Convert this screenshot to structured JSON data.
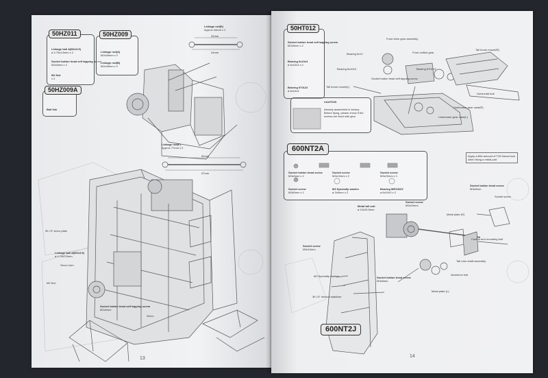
{
  "left_page": {
    "page_number": "13",
    "sections": {
      "hz011": "50HZ011",
      "hz009": "50HZ009",
      "hz009a": "50HZ009A"
    },
    "hz011_parts": [
      {
        "name": "Linkage ball A(M2x3.5)",
        "spec": "ø 4.75x3.5mm x 2"
      },
      {
        "name": "Socket button head self tapping screw",
        "spec": "M2x8mm x 2"
      },
      {
        "name": "M2 Nut",
        "spec": "x 2"
      }
    ],
    "hz009_parts": [
      {
        "name": "Linkage rod(A)",
        "spec": "M2x45mm x 2"
      },
      {
        "name": "Linkage rod(B)",
        "spec": "M2x45mm x 2"
      }
    ],
    "hz009a_parts": [
      {
        "name": "Ball link",
        "spec": ""
      }
    ],
    "rod_top": {
      "name": "Linkage rod(E)",
      "spec": "Approx 44mm x 2",
      "dim1": "32mm",
      "dim2": "44mm"
    },
    "rod_bottom": {
      "name": "Linkage rod(F)",
      "spec": "Approx 77mm x 2",
      "dim1": "52mm",
      "dim2": "67mm"
    },
    "callouts": {
      "servo_plate": "3K CF servo plate",
      "linkage_ball": "Linkage ball A(M2x3.5)",
      "linkage_ball_spec": "ø 4.75x3.5mm",
      "servo_horn": "Servo horn",
      "m2_nut": "M2 Nut",
      "socket_screw": "Socket button head self tapping screw",
      "socket_screw_spec": "M2x8mm",
      "servo": "Servo"
    }
  },
  "right_page": {
    "page_number": "14",
    "sections": {
      "ht012": "50HT012",
      "nt2a": "600NT2A",
      "nt2j": "600NT2J"
    },
    "ht012_parts": [
      {
        "name": "Socket button head self tapping screw",
        "spec": "M2x8mm x 2"
      },
      {
        "name": "Bearing 6x10x3",
        "spec": "ø 6x10x3 x 2"
      },
      {
        "name": "Bearing 970122",
        "spec": "ø 6x10x3"
      }
    ],
    "ht012_callouts": {
      "front_drive": "Front drive gear assembly",
      "front_unified": "Front unified gear",
      "bearing_a": "Bearing 6x12",
      "bearing_b": "Bearing 6701ZZ",
      "bearing_c": "Bearing 6x10x3",
      "tail_boom_mount_r": "Tail boom mount(R)",
      "tail_boom_mount_l": "Tail boom mount(L)",
      "horizontal_bolt": "Horizontal bolt",
      "undercase_r": "Undercase gear case(R)",
      "undercase_l": "Undercase gear case(L)",
      "self_tap": "Socket button head self tapping screw",
      "caution_title": "CAUTION",
      "caution_text": "Already assembled in factory. Before flying, please check if the screws are fixed with glue."
    },
    "nt2a_note": "Apply a little amount of T43 thread lock when fixing a metal part",
    "nt2a_parts": [
      {
        "name": "Socket button head screw",
        "spec": "M3x8mm x 2"
      },
      {
        "name": "Socket screw",
        "spec": "M3x10mm x 2"
      },
      {
        "name": "Socket screw",
        "spec": "M3x20mm x 1"
      },
      {
        "name": "Socket screw",
        "spec": "M3x5mm x 1"
      },
      {
        "name": "M3 Specialty washer",
        "spec": "ø 3x5mm x 2"
      },
      {
        "name": "Bearing MR106ZZ",
        "spec": "ø 6x10x3 x 2"
      }
    ],
    "nt2a_callouts": {
      "metal_tail_unit": "Metal tail unit",
      "metal_tail_unit_spec": "ø 10x25.5mm",
      "socket_screw_top": "Socket screw",
      "socket_screw_top_spec": "M3x20mm",
      "socket_head_right": "Socket button head screw",
      "socket_head_right_spec": "M3x8mm",
      "socket_screw_right": "Socket screw",
      "metal_plate_r": "Metal plate (R)",
      "control_arm_bolt": "Control arm mounting bolt",
      "tail_rotor_shaft": "Tail rotor shaft assembly",
      "aluminum_bolt": "Aluminum bolt",
      "metal_plate_l": "Metal plate (L)",
      "socket_screw_left": "Socket screw",
      "socket_screw_left_spec": "M3x10mm",
      "m3_washer": "M3 Specialty washer",
      "socket_head_bottom": "Socket button head screw",
      "socket_head_bottom_spec": "M3x8mm",
      "vertical_stabilizer": "3K CF Vertical stabilizer"
    }
  }
}
